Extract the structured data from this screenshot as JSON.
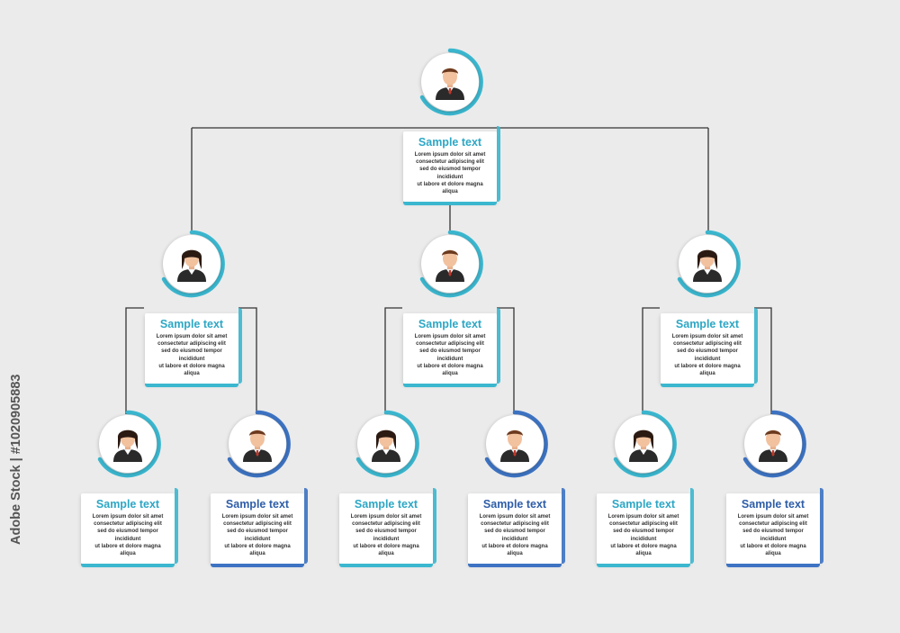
{
  "watermark": "Adobe Stock | #1020905883",
  "colors": {
    "teal": "#3bb7cf",
    "blue": "#3d73c2",
    "title_teal": "#2da7c5",
    "title_blue": "#2f5ea8",
    "line": "#333333"
  },
  "nodes": [
    {
      "id": "ceo",
      "gender": "male",
      "accent": "teal",
      "title": "Sample text",
      "lines": [
        "Lorem ipsum dolor sit amet",
        "consectetur adipiscing elit",
        "sed do eiusmod tempor incididunt",
        "ut labore et dolore magna aliqua"
      ]
    },
    {
      "id": "manager-left",
      "gender": "female",
      "accent": "teal",
      "title": "Sample text",
      "lines": [
        "Lorem ipsum dolor sit amet",
        "consectetur adipiscing elit",
        "sed do eiusmod tempor incididunt",
        "ut labore et dolore magna aliqua"
      ]
    },
    {
      "id": "manager-center",
      "gender": "male",
      "accent": "teal",
      "title": "Sample text",
      "lines": [
        "Lorem ipsum dolor sit amet",
        "consectetur adipiscing elit",
        "sed do eiusmod tempor incididunt",
        "ut labore et dolore magna aliqua"
      ]
    },
    {
      "id": "manager-right",
      "gender": "female",
      "accent": "teal",
      "title": "Sample text",
      "lines": [
        "Lorem ipsum dolor sit amet",
        "consectetur adipiscing elit",
        "sed do eiusmod tempor incididunt",
        "ut labore et dolore magna aliqua"
      ]
    },
    {
      "id": "staff-1",
      "gender": "female",
      "accent": "teal",
      "title": "Sample text",
      "lines": [
        "Lorem ipsum dolor sit amet",
        "consectetur adipiscing elit",
        "sed do eiusmod tempor incididunt",
        "ut labore et dolore magna aliqua"
      ]
    },
    {
      "id": "staff-2",
      "gender": "male",
      "accent": "blue",
      "title": "Sample text",
      "lines": [
        "Lorem ipsum dolor sit amet",
        "consectetur adipiscing elit",
        "sed do eiusmod tempor incididunt",
        "ut labore et dolore magna aliqua"
      ]
    },
    {
      "id": "staff-3",
      "gender": "female",
      "accent": "teal",
      "title": "Sample text",
      "lines": [
        "Lorem ipsum dolor sit amet",
        "consectetur adipiscing elit",
        "sed do eiusmod tempor incididunt",
        "ut labore et dolore magna aliqua"
      ]
    },
    {
      "id": "staff-4",
      "gender": "male",
      "accent": "blue",
      "title": "Sample text",
      "lines": [
        "Lorem ipsum dolor sit amet",
        "consectetur adipiscing elit",
        "sed do eiusmod tempor incididunt",
        "ut labore et dolore magna aliqua"
      ]
    },
    {
      "id": "staff-5",
      "gender": "female",
      "accent": "teal",
      "title": "Sample text",
      "lines": [
        "Lorem ipsum dolor sit amet",
        "consectetur adipiscing elit",
        "sed do eiusmod tempor incididunt",
        "ut labore et dolore magna aliqua"
      ]
    },
    {
      "id": "staff-6",
      "gender": "male",
      "accent": "blue",
      "title": "Sample text",
      "lines": [
        "Lorem ipsum dolor sit amet",
        "consectetur adipiscing elit",
        "sed do eiusmod tempor incididunt",
        "ut labore et dolore magna aliqua"
      ]
    }
  ]
}
